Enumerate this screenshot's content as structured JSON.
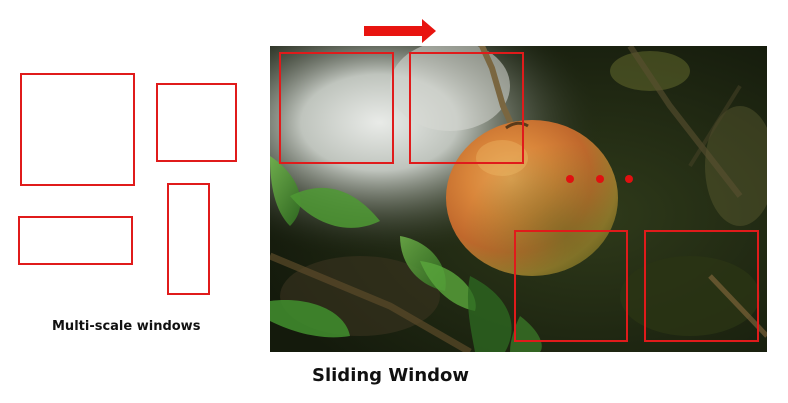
{
  "left_panel": {
    "caption": "Multi-scale windows"
  },
  "right_panel": {
    "caption": "Sliding Window",
    "photo_subject": "apple-on-branch",
    "direction": "right"
  },
  "colors": {
    "window_border": "#e01b1b",
    "arrow": "#e8140f",
    "dots": "#e01010",
    "background": "#ffffff"
  }
}
